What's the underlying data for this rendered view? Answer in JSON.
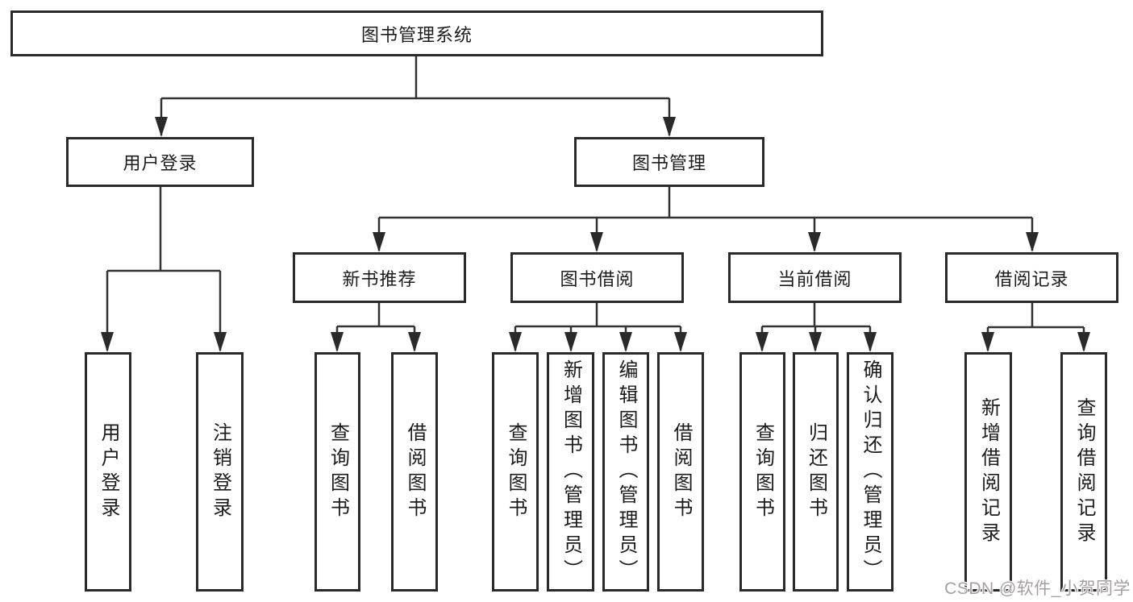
{
  "tree": {
    "root": {
      "label": "图书管理系统",
      "children": [
        {
          "label": "用户登录",
          "children": [
            {
              "label": "用户登录"
            },
            {
              "label": "注销登录"
            }
          ]
        },
        {
          "label": "图书管理",
          "children": [
            {
              "label": "新书推荐",
              "children": [
                {
                  "label": "查询图书"
                },
                {
                  "label": "借阅图书"
                }
              ]
            },
            {
              "label": "图书借阅",
              "children": [
                {
                  "label": "查询图书"
                },
                {
                  "label": "新增图书（管理员）"
                },
                {
                  "label": "编辑图书（管理员）"
                },
                {
                  "label": "借阅图书"
                }
              ]
            },
            {
              "label": "当前借阅",
              "children": [
                {
                  "label": "查询图书"
                },
                {
                  "label": "归还图书"
                },
                {
                  "label": "确认归还（管理员）"
                }
              ]
            },
            {
              "label": "借阅记录",
              "children": [
                {
                  "label": "新增借阅记录"
                },
                {
                  "label": "查询借阅记录"
                }
              ]
            }
          ]
        }
      ]
    }
  },
  "watermark": {
    "text": "CSDN @软件_小贺同学"
  },
  "colors": {
    "line": "#333333",
    "box_border": "#2a2a2a",
    "text": "#1c1c1c",
    "watermark": "#a5a0a0",
    "background": "#ffffff"
  }
}
